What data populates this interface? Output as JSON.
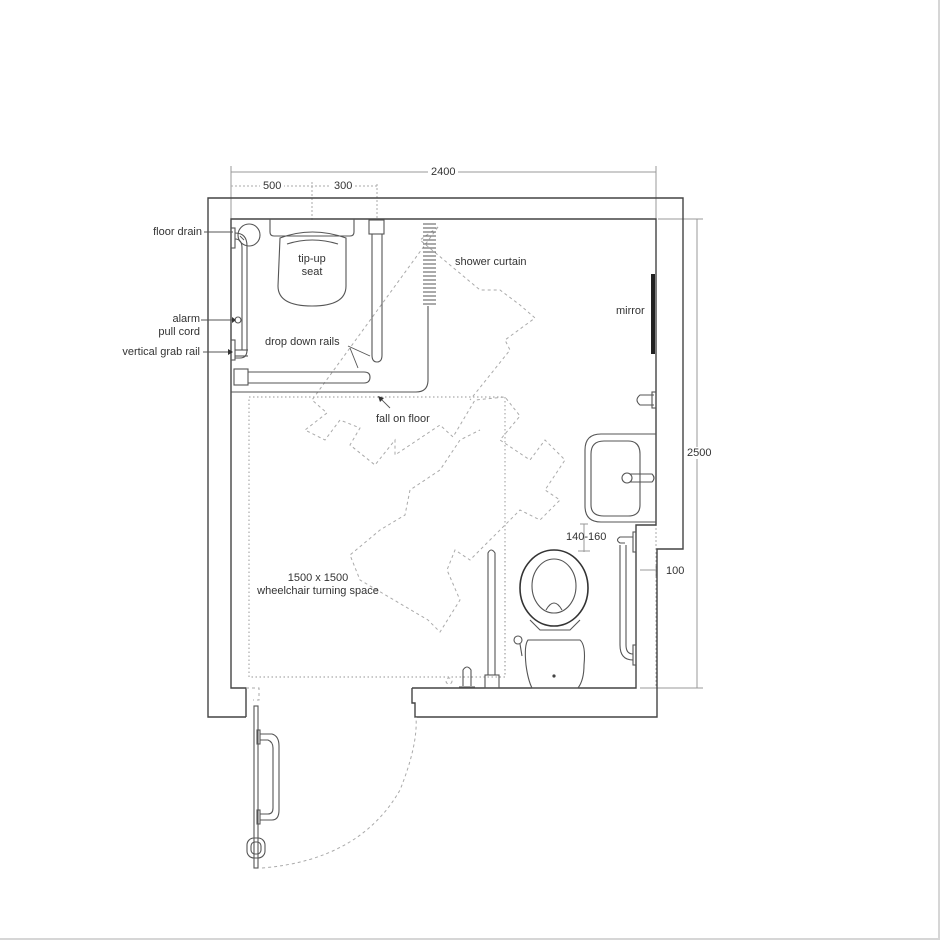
{
  "diagram": {
    "type": "accessible shower room floor plan",
    "dimensions": {
      "overall_width": "2400",
      "overall_depth": "2500",
      "seat_offset": "500",
      "rail_offset": "300",
      "toilet_clearance": "140-160",
      "wall_offset": "100"
    },
    "labels": {
      "floor_drain": "floor drain",
      "tip_up_seat": "tip-up\nseat",
      "tip_up_line1": "tip-up",
      "tip_up_line2": "seat",
      "alarm_line1": "alarm",
      "alarm_line2": "pull cord",
      "vertical_grab_rail": "vertical grab rail",
      "drop_down_rails": "drop down rails",
      "shower_curtain": "shower curtain",
      "mirror": "mirror",
      "fall_on_floor": "fall on floor",
      "turning_space_line1": "1500 x 1500",
      "turning_space_line2": "wheelchair turning space"
    },
    "colors": {
      "line": "#444444",
      "dashed": "#aaaaaa",
      "dim_line": "#999999",
      "mirror": "#222222",
      "border": "#d6d6d6"
    }
  }
}
